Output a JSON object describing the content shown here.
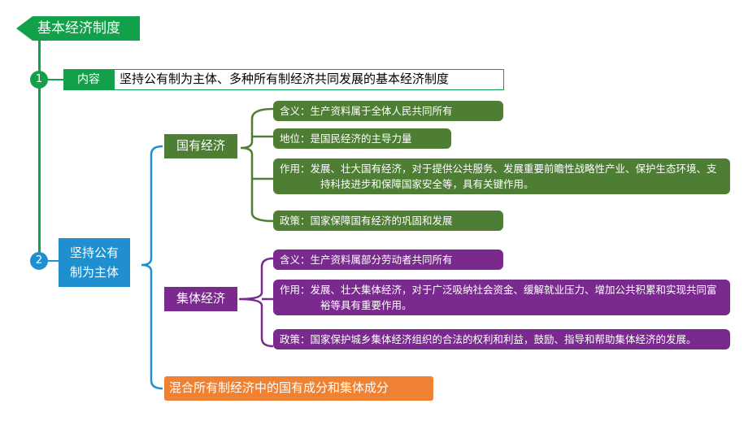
{
  "title": "基本经济制度",
  "nodes": {
    "n1": "1",
    "n2": "2"
  },
  "content": {
    "label": "内容",
    "text": "坚持公有制为主体、多种所有制经济共同发展的基本经济制度"
  },
  "main2": {
    "line1": "坚持公有",
    "line2": "制为主体"
  },
  "state": {
    "title": "国有经济",
    "items": [
      {
        "label": "含义：",
        "text": "生产资料属于全体人民共同所有"
      },
      {
        "label": "地位：",
        "text": "是国民经济的主导力量"
      },
      {
        "label": "作用：",
        "text": "发展、壮大国有经济，对于提供公共服务、发展重要前瞻性战略性产业、保护生态环境、支持科技进步和保障国家安全等，具有关键作用。"
      },
      {
        "label": "政策：",
        "text": "国家保障国有经济的巩固和发展"
      }
    ]
  },
  "collective": {
    "title": "集体经济",
    "items": [
      {
        "label": "含义：",
        "text": "生产资料属部分劳动者共同所有"
      },
      {
        "label": "作用：",
        "text": "发展、壮大集体经济，对于广泛吸纳社会资金、缓解就业压力、增加公共积累和实现共同富裕等具有重要作用。"
      },
      {
        "label": "政策：",
        "text": "国家保护城乡集体经济组织的合法的权利和利益，鼓励、指导和帮助集体经济的发展。"
      }
    ]
  },
  "mixed": "混合所有制经济中的国有成分和集体成分",
  "colors": {
    "green": "#13a04a",
    "olive": "#4e7d34",
    "blue": "#1f8fd0",
    "purple": "#7a2a8f",
    "orange": "#ef8232"
  }
}
